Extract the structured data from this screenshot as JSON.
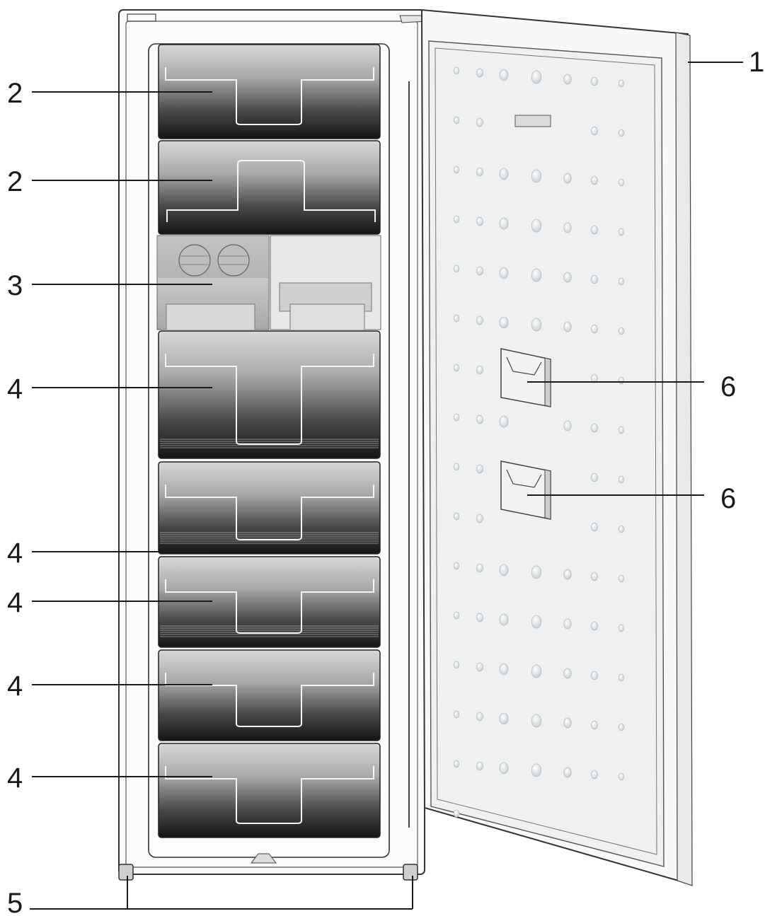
{
  "callouts": {
    "door": "1",
    "drawer_top_1": "2",
    "drawer_top_2": "2",
    "ice_tray": "3",
    "drawer_large": "4",
    "drawer_mid_1": "4",
    "drawer_mid_2": "4",
    "drawer_low_1": "4",
    "drawer_low_2": "4",
    "feet": "5",
    "door_pocket_1": "6",
    "door_pocket_2": "6"
  },
  "colors": {
    "drawer_light": "#d6d6d6",
    "drawer_dark": "#1c1c1c",
    "cabinet_line": "#333333",
    "door_liner": "#eef0f1",
    "dimple": "#d2d6d8"
  }
}
